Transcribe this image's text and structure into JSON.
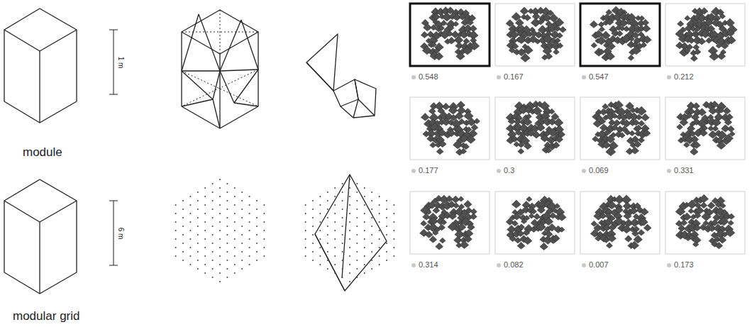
{
  "diagram": {
    "labels": [
      "1 m",
      "module",
      "6 m",
      "modular grid",
      "0.548",
      "0.167",
      "0.547",
      "0.212",
      "0.177",
      "0.3",
      "0.069",
      "0.331",
      "0.314",
      "0.082",
      "0.007",
      "0.173"
    ]
  }
}
